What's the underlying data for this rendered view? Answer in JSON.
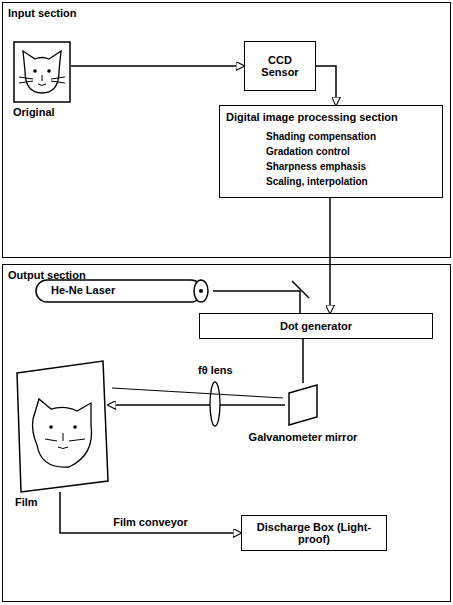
{
  "diagram": {
    "nodes": [
      {
        "text": [
          "Input section"
        ]
      },
      {
        "text": [
          "Original"
        ],
        "in": 0
      },
      {
        "text": [
          "CCD Sensor"
        ],
        "in": 0
      },
      {
        "text": [
          "Digital image processing section",
          "Shading compensation",
          "Gradation control",
          "Sharpness emphasis",
          "Scaling, interpolation"
        ],
        "in": 0
      },
      {
        "text": [
          "Output section"
        ]
      },
      {
        "text": [
          "He-Ne Laser"
        ],
        "in": 4
      },
      {
        "text": [
          "Dot generator"
        ],
        "in": 4
      },
      {
        "text": [
          "Galvanometer mirror"
        ],
        "in": 4
      },
      {
        "text": [
          "Film"
        ],
        "in": 4
      },
      {
        "text": [
          "Discharge Box (Light-proof)"
        ],
        "in": 4
      }
    ],
    "edges": [
      {
        "from": 1,
        "to": 2,
        "arrow": "to"
      },
      {
        "from": 2,
        "to": 3,
        "arrow": "to"
      },
      {
        "from": 3,
        "to": 6,
        "arrow": "to"
      },
      {
        "from": 5,
        "to": 6,
        "arrow": "none"
      },
      {
        "from": 6,
        "to": 7,
        "arrow": "none"
      },
      {
        "from": 7,
        "to": 8,
        "arrow": "to"
      },
      {
        "from": 8,
        "to": 9,
        "label": "Film conveyor",
        "arrow": "to"
      }
    ],
    "labels": [
      "fθ lens"
    ]
  }
}
